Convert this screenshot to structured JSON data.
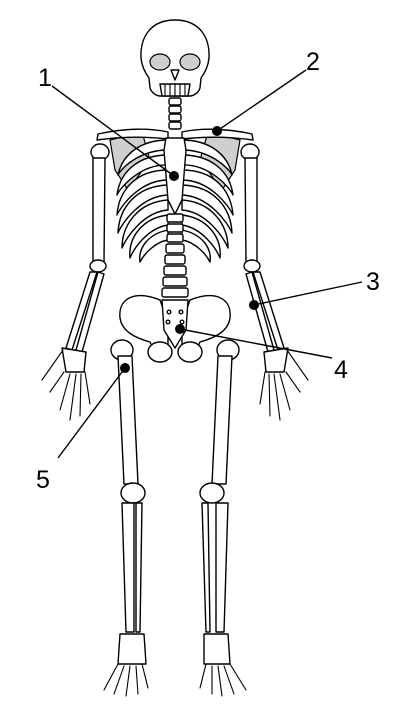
{
  "labels": [
    {
      "id": "1",
      "text": "1"
    },
    {
      "id": "2",
      "text": "2"
    },
    {
      "id": "3",
      "text": "3"
    },
    {
      "id": "4",
      "text": "4"
    },
    {
      "id": "5",
      "text": "5"
    }
  ],
  "colors": {
    "ink": "#000000",
    "bone_fill": "#ffffff",
    "shoulder_shade": "#cfcfcf"
  }
}
